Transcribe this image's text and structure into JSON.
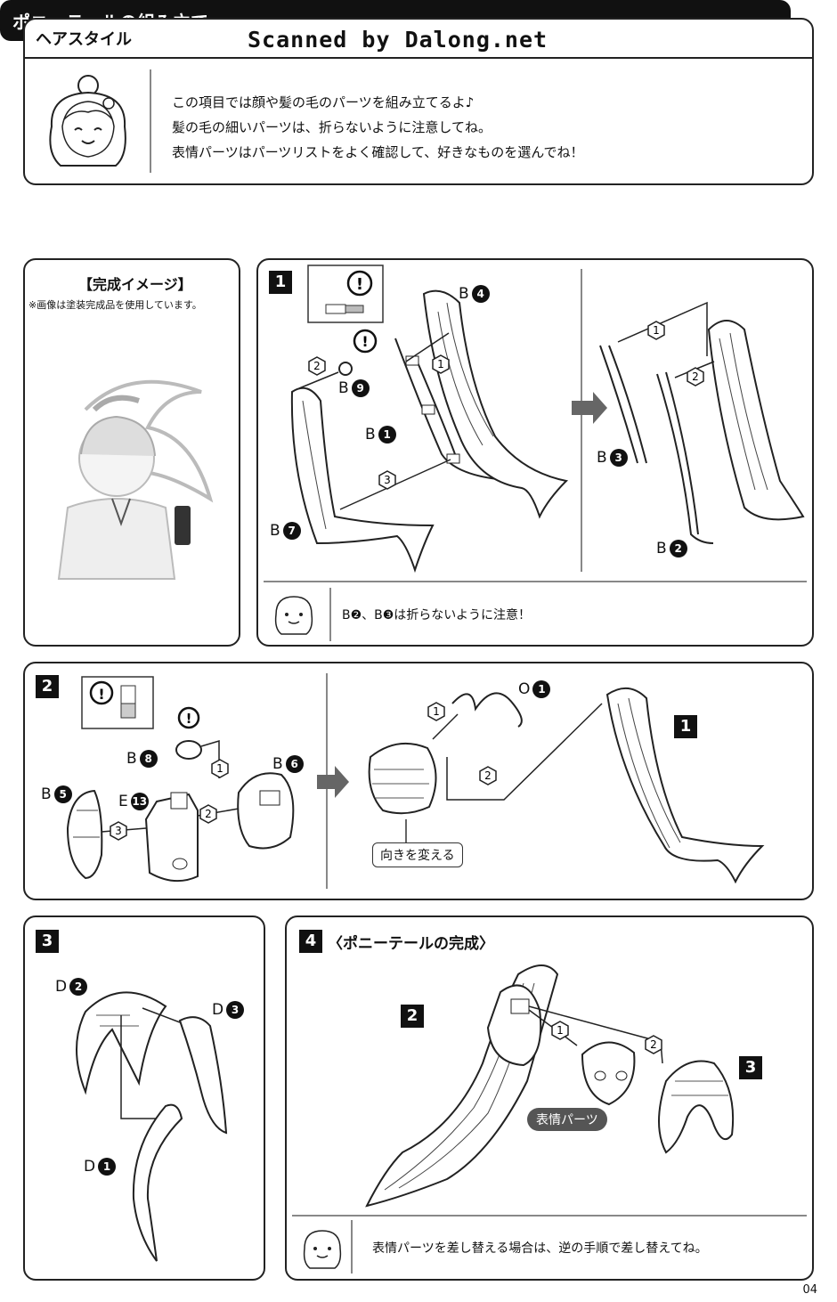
{
  "header": {
    "section_label": "ヘアスタイル",
    "scan_banner": "Scanned by Dalong.net"
  },
  "intro": {
    "lines": [
      "この項目では顔や髪の毛のパーツを組み立てるよ♪",
      "髪の毛の細いパーツは、折らないように注意してね。",
      "表情パーツはパーツリストをよく確認して、好きなものを選んでね！"
    ]
  },
  "section_title": "ポニーテールの組み立て",
  "preview": {
    "title": "【完成イメージ】",
    "note": "※画像は塗装完成品を使用しています。"
  },
  "step1": {
    "number": "1",
    "parts": [
      "B",
      "B",
      "B",
      "B",
      "B",
      "B"
    ],
    "badges": [
      "9",
      "1",
      "4",
      "7",
      "3",
      "2"
    ],
    "note": "B❷、B❸は折らないように注意！"
  },
  "step2": {
    "number": "2",
    "parts": [
      "B",
      "B",
      "B",
      "E",
      "O"
    ],
    "badges": [
      "8",
      "6",
      "5",
      "13",
      "1"
    ],
    "ref_step": "1",
    "callout": "向きを変える"
  },
  "step3": {
    "number": "3",
    "parts": [
      "D",
      "D",
      "D"
    ],
    "badges": [
      "2",
      "3",
      "1"
    ]
  },
  "step4": {
    "number": "4",
    "title": "〈ポニーテールの完成〉",
    "ref_steps": [
      "2",
      "3"
    ],
    "face_label": "表情パーツ",
    "note": "表情パーツを差し替える場合は、逆の手順で差し替えてね。"
  },
  "markers": [
    "1",
    "2",
    "3"
  ],
  "page_number": "04"
}
